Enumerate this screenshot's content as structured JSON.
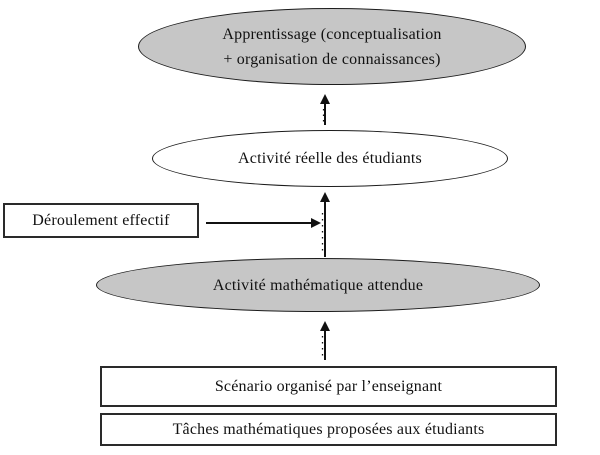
{
  "diagram": {
    "background": "#ffffff",
    "node_fill_gray": "#c6c6c6",
    "border_color": "#1c1c1c",
    "nodes": {
      "apprentissage": {
        "shape": "ellipse",
        "fill": "gray",
        "line1": "Apprentissage (conceptualisation",
        "line2": "+ organisation de connaissances)"
      },
      "activite_reelle": {
        "shape": "ellipse",
        "fill": "white",
        "label": "Activité réelle des étudiants"
      },
      "deroulement": {
        "shape": "rect",
        "fill": "white",
        "label": "Déroulement effectif"
      },
      "activite_attendue": {
        "shape": "ellipse",
        "fill": "gray",
        "label": "Activité mathématique attendue"
      },
      "scenario": {
        "shape": "rect",
        "fill": "white",
        "label": "Scénario organisé par l’enseignant"
      },
      "taches": {
        "shape": "rect",
        "fill": "white",
        "label": "Tâches mathématiques proposées aux étudiants"
      }
    },
    "edges": [
      {
        "from": "scenario",
        "to": "activite_attendue",
        "type": "arrow-up"
      },
      {
        "from": "activite_attendue",
        "to": "activite_reelle",
        "type": "arrow-up"
      },
      {
        "from": "activite_reelle",
        "to": "apprentissage",
        "type": "arrow-up"
      },
      {
        "from": "deroulement",
        "to": "flow-between-attendue-and-reelle",
        "type": "arrow-right"
      }
    ]
  }
}
